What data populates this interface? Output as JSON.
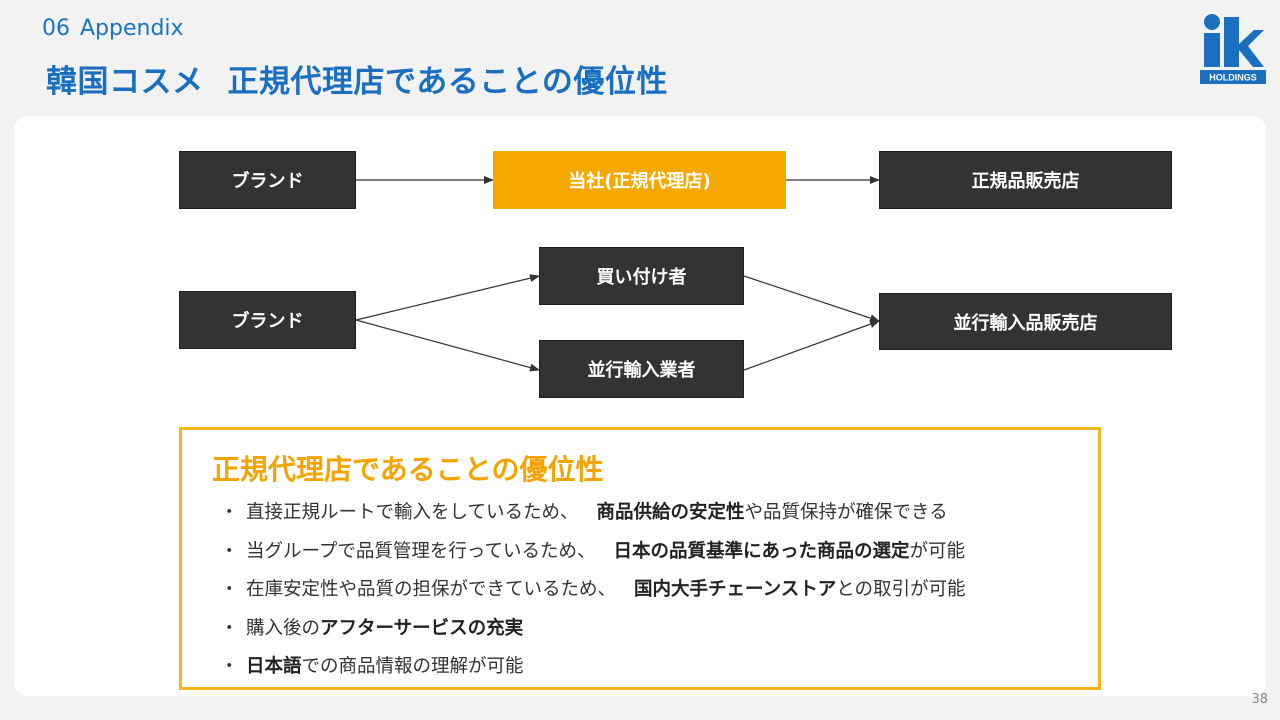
{
  "header": {
    "section_number": "06",
    "section_name": "Appendix",
    "title_part1": "韓国コスメ",
    "title_part2": "正規代理店であることの優位性",
    "logo_text": "HOLDINGS",
    "logo_mark": "ik"
  },
  "flow_official": {
    "brand": "ブランド",
    "agent": "当社(正規代理店)",
    "retailer": "正規品販売店"
  },
  "flow_parallel": {
    "brand": "ブランド",
    "buyer": "買い付け者",
    "importer": "並行輸入業者",
    "retailer": "並行輸入品販売店"
  },
  "advantages": {
    "title": "正規代理店であることの優位性",
    "items": [
      {
        "pre": "直接正規ルートで輸入をしているため、",
        "bold": "商品供給の安定性",
        "post": "や品質保持が確保できる"
      },
      {
        "pre": "当グループで品質管理を行っているため、",
        "bold": "日本の品質基準にあった商品の選定",
        "post": "が可能"
      },
      {
        "pre": "在庫安定性や品質の担保ができているため、",
        "bold": "国内大手チェーンストア",
        "post": "との取引が可能"
      },
      {
        "pre": "購入後の",
        "bold": "アフターサービスの充実",
        "post": ""
      },
      {
        "pre": "",
        "bold": "日本語",
        "post": "での商品情報の理解が可能"
      }
    ]
  },
  "bullet_char": "・",
  "page_number": "38",
  "colors": {
    "title_blue": "#1a6fc0",
    "accent_orange": "#f5a800",
    "box_dark": "#333333"
  }
}
